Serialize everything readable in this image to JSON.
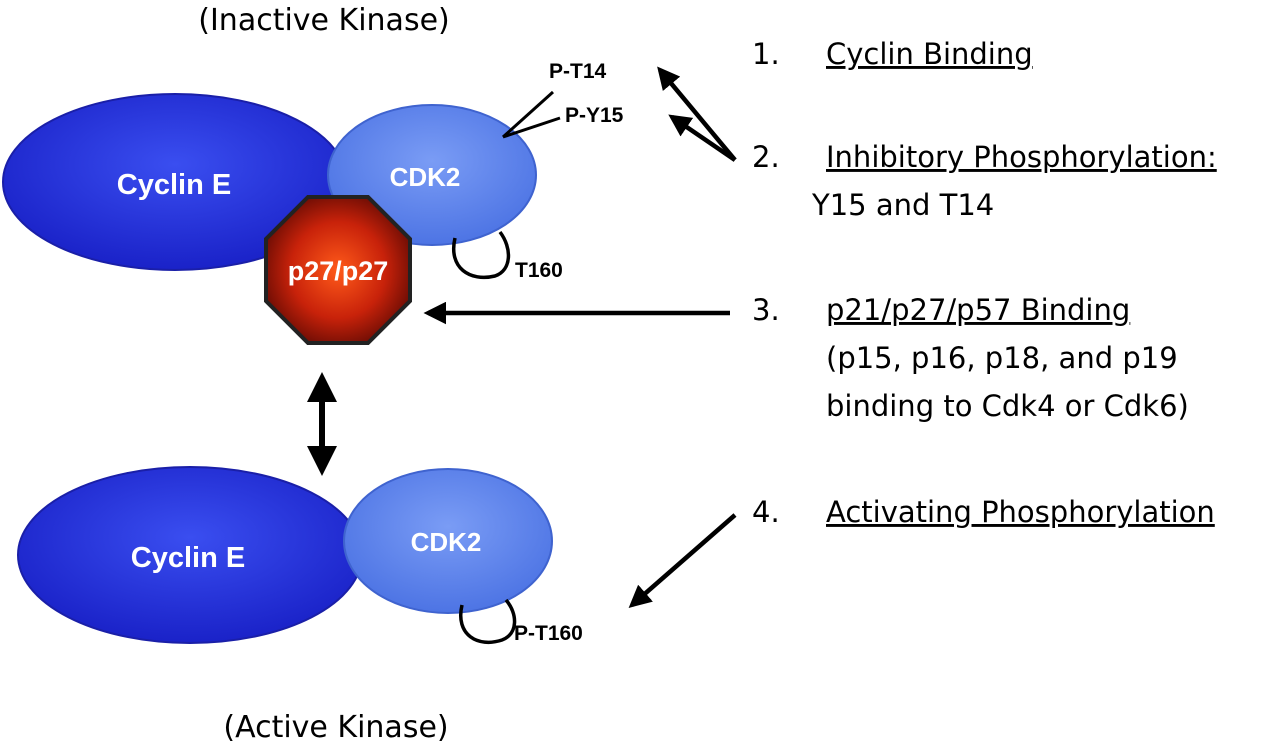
{
  "captions": {
    "inactive": "(Inactive Kinase)",
    "active": "(Active Kinase)"
  },
  "inactive_complex": {
    "cyclin": "Cyclin E",
    "cdk": "CDK2",
    "inhibitor": "p27/p27",
    "site_t14": "P-T14",
    "site_y15": "P-Y15",
    "site_t160": "T160"
  },
  "active_complex": {
    "cyclin": "Cyclin E",
    "cdk": "CDK2",
    "site_t160": "P-T160"
  },
  "steps": [
    {
      "number": "1.",
      "title": "Cyclin Binding",
      "detail": []
    },
    {
      "number": "2.",
      "title": "Inhibitory Phosphorylation:",
      "detail": [
        "Y15 and T14"
      ]
    },
    {
      "number": "3.",
      "title": "p21/p27/p57 Binding",
      "detail": [
        "(p15, p16, p18, and p19",
        "binding to Cdk4 or Cdk6)"
      ]
    },
    {
      "number": "4.",
      "title": "Activating Phosphorylation",
      "detail": []
    }
  ],
  "colors": {
    "cyclin": "#2233dd",
    "cdk": "#5f86ee",
    "inhibitor": "#d12a0a",
    "arrow": "#000000"
  }
}
